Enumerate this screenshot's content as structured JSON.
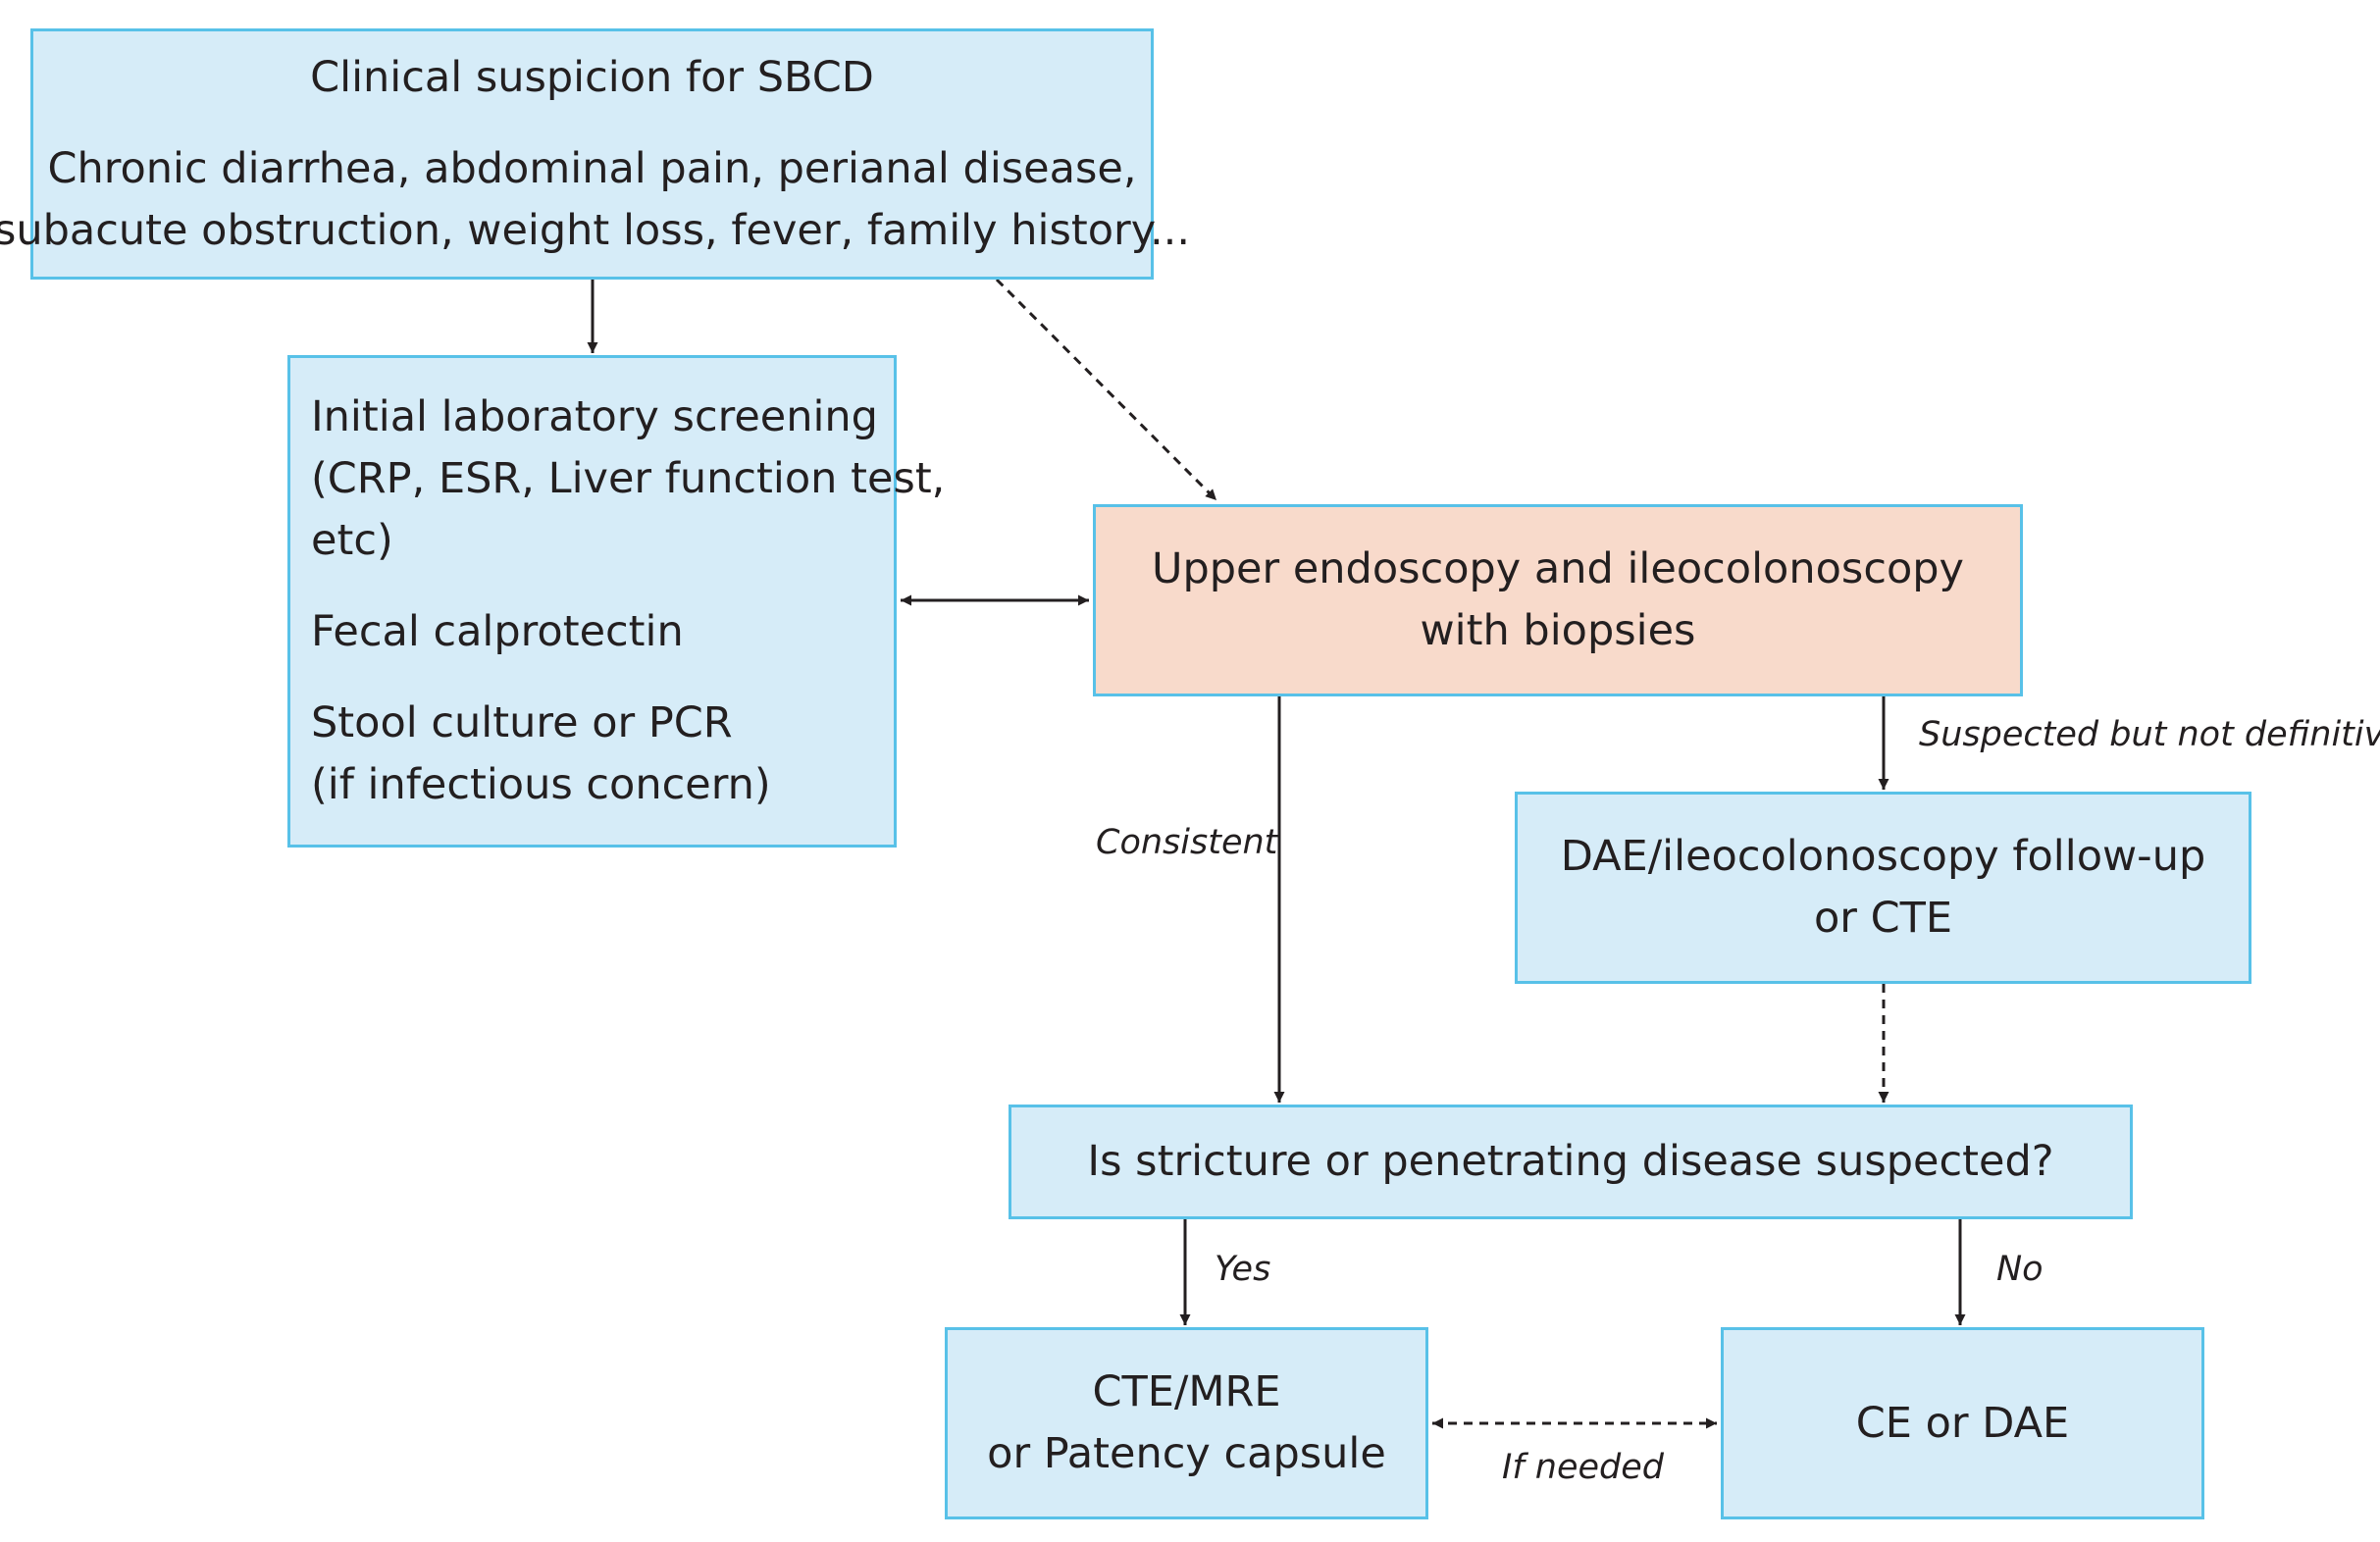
{
  "boxes": {
    "clinical": {
      "title": "Clinical suspicion for SBCD",
      "line1": "Chronic diarrhea, abdominal pain, perianal disease,",
      "line2": "subacute obstruction, weight loss, fever, family history..."
    },
    "lab": {
      "line1": "Initial laboratory screening",
      "line2": "(CRP, ESR, Liver function test,",
      "line3": "etc)",
      "line4": "Fecal calprotectin",
      "line5": "Stool culture or PCR",
      "line6": "(if infectious concern)"
    },
    "endoscopy": {
      "line1": "Upper endoscopy and ileocolonoscopy",
      "line2": "with biopsies"
    },
    "dae_followup": {
      "line1": "DAE/ileocolonoscopy follow-up",
      "line2": "or CTE"
    },
    "stricture": {
      "line1": "Is stricture or penetrating disease suspected?"
    },
    "cte_mre": {
      "line1": "CTE/MRE",
      "line2": "or Patency capsule"
    },
    "ce_dae": {
      "line1": "CE or DAE"
    }
  },
  "labels": {
    "consistent": "Consistent",
    "suspected": "Suspected but not definitive",
    "yes": "Yes",
    "no": "No",
    "if_needed": "If needed"
  },
  "colors": {
    "box_fill": "#d6ecf8",
    "box_border": "#58c1e8",
    "highlight_fill": "#f8dacb",
    "arrow": "#231f20"
  }
}
